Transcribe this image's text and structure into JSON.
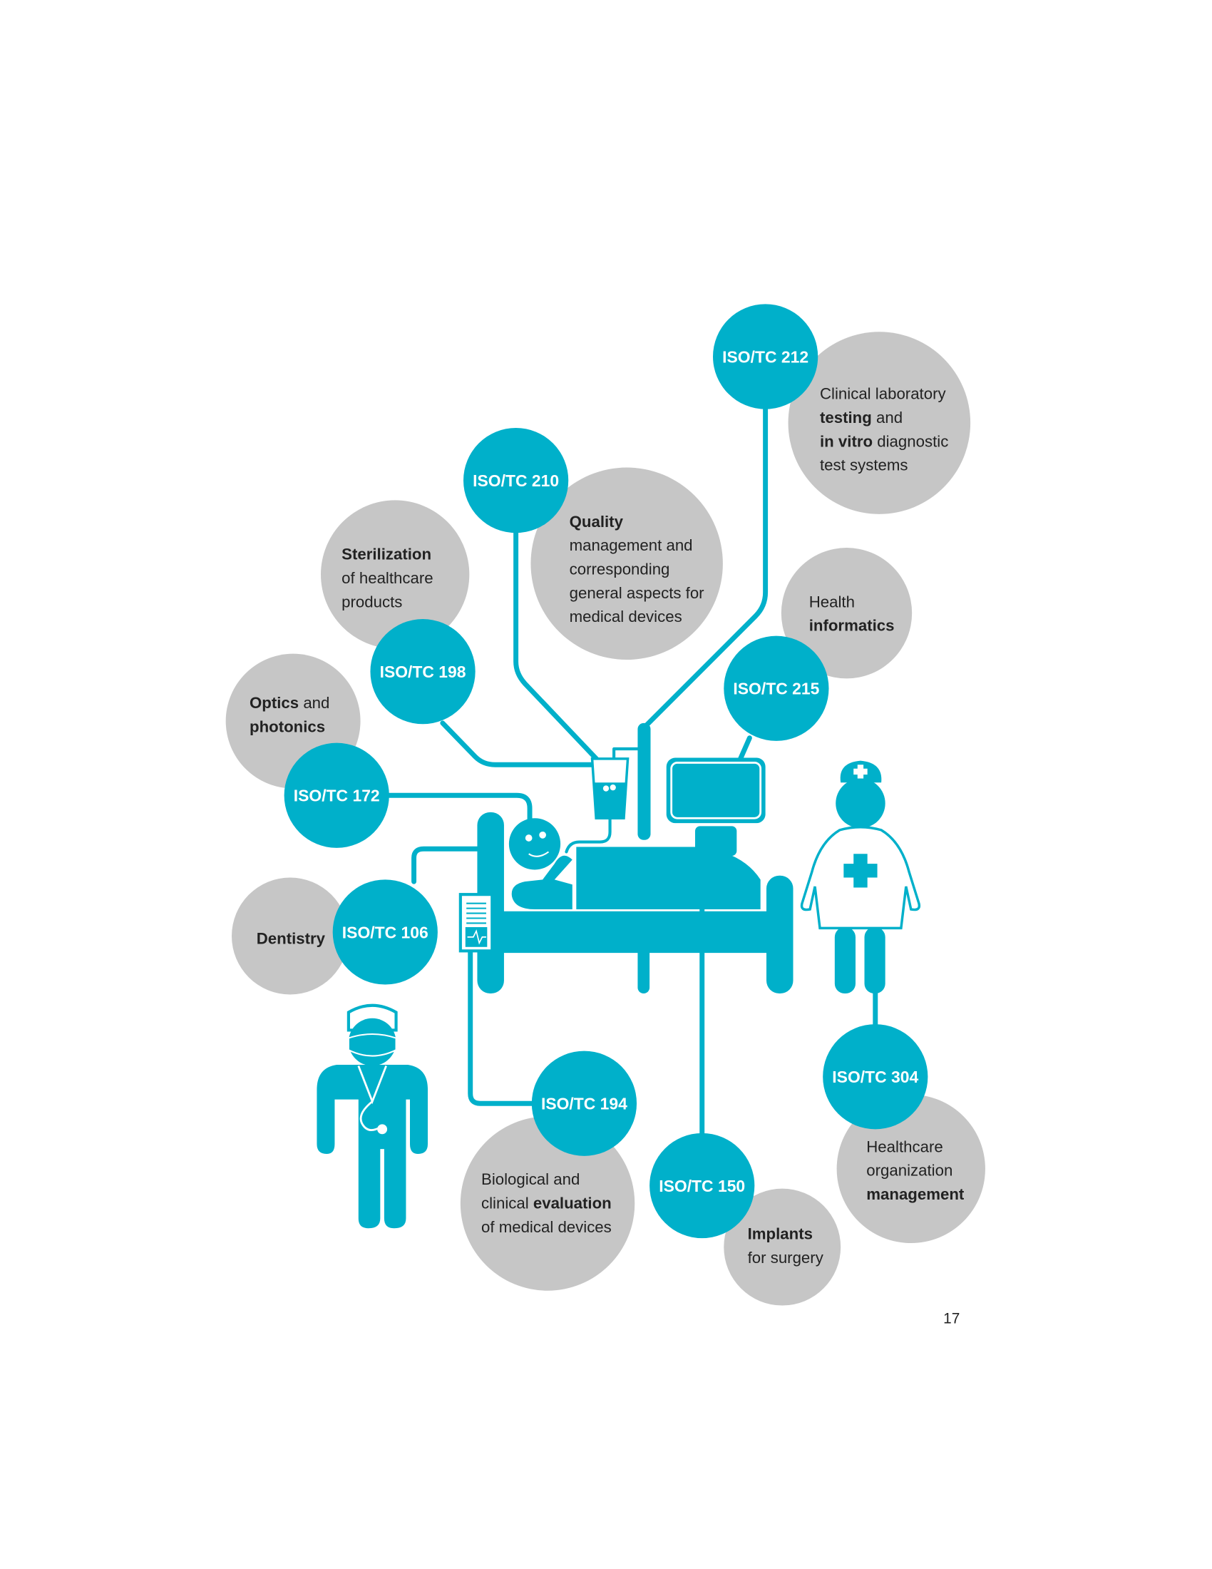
{
  "colors": {
    "teal": "#00B0CA",
    "gray": "#C6C6C6",
    "text": "#222222"
  },
  "committees": [
    {
      "code": "ISO/TC 212",
      "description": [
        [
          {
            "text": "Clinical laboratory",
            "bold": false
          }
        ],
        [
          {
            "text": "testing",
            "bold": true
          },
          {
            "text": " and",
            "bold": false
          }
        ],
        [
          {
            "text": "in vitro",
            "bold": true
          },
          {
            "text": " diagnostic",
            "bold": false
          }
        ],
        [
          {
            "text": "test systems",
            "bold": false
          }
        ]
      ]
    },
    {
      "code": "ISO/TC 210",
      "description": [
        [
          {
            "text": "Quality",
            "bold": true
          }
        ],
        [
          {
            "text": "management and",
            "bold": false
          }
        ],
        [
          {
            "text": "corresponding",
            "bold": false
          }
        ],
        [
          {
            "text": "general aspects for",
            "bold": false
          }
        ],
        [
          {
            "text": "medical devices",
            "bold": false
          }
        ]
      ]
    },
    {
      "code": "ISO/TC 198",
      "description": [
        [
          {
            "text": "Sterilization",
            "bold": true
          }
        ],
        [
          {
            "text": "of healthcare",
            "bold": false
          }
        ],
        [
          {
            "text": "products",
            "bold": false
          }
        ]
      ]
    },
    {
      "code": "ISO/TC 215",
      "description": [
        [
          {
            "text": "Health",
            "bold": false
          }
        ],
        [
          {
            "text": "informatics",
            "bold": true
          }
        ]
      ]
    },
    {
      "code": "ISO/TC 172",
      "description": [
        [
          {
            "text": "Optics",
            "bold": true
          },
          {
            "text": " and",
            "bold": false
          }
        ],
        [
          {
            "text": "photonics",
            "bold": true
          }
        ]
      ]
    },
    {
      "code": "ISO/TC 106",
      "description": [
        [
          {
            "text": "Dentistry",
            "bold": true
          }
        ]
      ]
    },
    {
      "code": "ISO/TC 194",
      "description": [
        [
          {
            "text": "Biological and",
            "bold": false
          }
        ],
        [
          {
            "text": "clinical ",
            "bold": false
          },
          {
            "text": "evaluation",
            "bold": true
          }
        ],
        [
          {
            "text": "of medical devices",
            "bold": false
          }
        ]
      ]
    },
    {
      "code": "ISO/TC 150",
      "description": [
        [
          {
            "text": "Implants",
            "bold": true
          }
        ],
        [
          {
            "text": "for surgery",
            "bold": false
          }
        ]
      ]
    },
    {
      "code": "ISO/TC 304",
      "description": [
        [
          {
            "text": "Healthcare",
            "bold": false
          }
        ],
        [
          {
            "text": "organization",
            "bold": false
          }
        ],
        [
          {
            "text": "management",
            "bold": true
          }
        ]
      ]
    }
  ],
  "page_number": "17"
}
